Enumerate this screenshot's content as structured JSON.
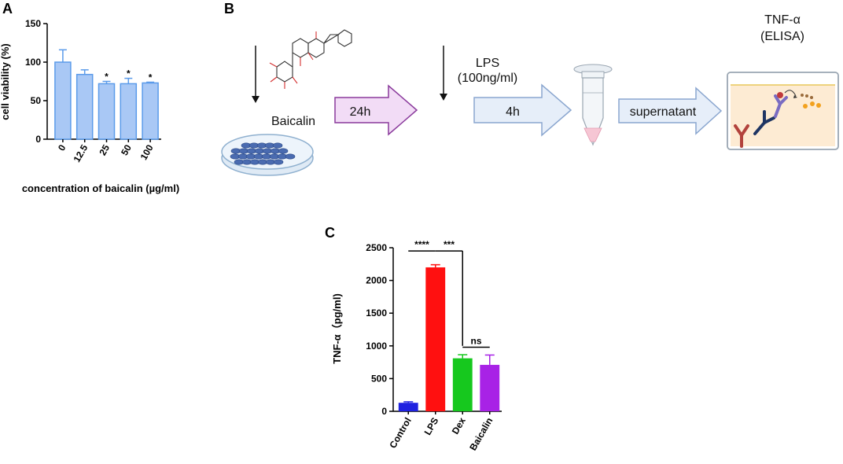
{
  "panels": {
    "a": "A",
    "b": "B",
    "c": "C"
  },
  "chart_data": [
    {
      "type": "bar",
      "panel": "A",
      "categories": [
        "0",
        "12.5",
        "25",
        "50",
        "100"
      ],
      "values": [
        100,
        84,
        72,
        72,
        73
      ],
      "errors": [
        16,
        6,
        3,
        7,
        1
      ],
      "significance": [
        "",
        "",
        "*",
        "*",
        "*"
      ],
      "title": "",
      "xlabel": "concentration of baicalin (µg/ml)",
      "ylabel": "cell viability (%)",
      "ylim": [
        0,
        150
      ],
      "yticks": [
        0,
        50,
        100,
        150
      ],
      "grid": false,
      "colors": {
        "fill": "#a9c8f5",
        "stroke": "#5b9bea"
      }
    },
    {
      "type": "bar",
      "panel": "C",
      "categories": [
        "Control",
        "LPS",
        "Dex",
        "Baicalin"
      ],
      "values": [
        130,
        2200,
        810,
        710
      ],
      "errors": [
        15,
        40,
        55,
        150
      ],
      "title": "",
      "xlabel": "",
      "ylabel": "TNF-α（pg/ml)",
      "ylim": [
        0,
        2500
      ],
      "yticks": [
        0,
        500,
        1000,
        1500,
        2000,
        2500
      ],
      "grid": false,
      "colors": [
        "#1f22e0",
        "#ff1010",
        "#16c81e",
        "#a822e6"
      ],
      "comparisons": [
        {
          "from": 0,
          "to": 1,
          "label": "****"
        },
        {
          "from": 1,
          "to": 2,
          "label": "***"
        },
        {
          "from": 2,
          "to": 3,
          "label": "ns"
        }
      ]
    }
  ],
  "flow": {
    "compound_label": "Baicalin",
    "step1_time": "24h",
    "stimulus_label": "LPS",
    "stimulus_dose": "(100ng/ml)",
    "step2_time": "4h",
    "step3_label": "supernatant",
    "assay_title": "TNF-α",
    "assay_method": "(ELISA)",
    "colors": {
      "arrow1_fill": "#f2dcf6",
      "arrow1_stroke": "#8a3a9c",
      "arrow2_fill": "#e6eef9",
      "arrow2_stroke": "#8aa6cf",
      "dish": "#4a6bb0",
      "tube_liquid": "#f6c6d4",
      "well_fill": "#fdebd3",
      "well_line": "#e8c85a"
    }
  }
}
